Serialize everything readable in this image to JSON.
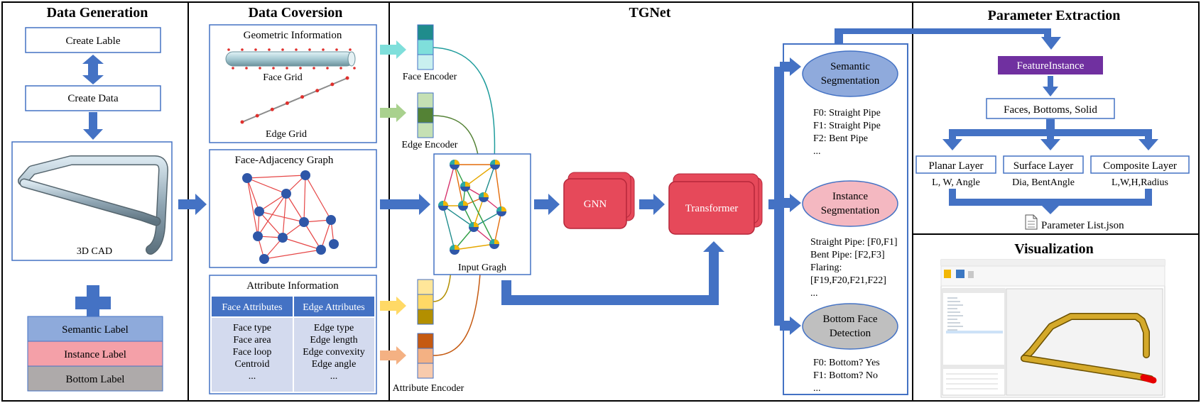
{
  "sections": {
    "data_generation": {
      "title": "Data Generation",
      "create_label": "Create Lable",
      "create_data": "Create Data",
      "cad_caption": "3D CAD",
      "labels": [
        "Semantic Label",
        "Instance Label",
        "Bottom Label"
      ]
    },
    "data_conversion": {
      "title": "Data Coversion",
      "geometric": {
        "title": "Geometric Information",
        "face_grid": "Face Grid",
        "edge_grid": "Edge Grid"
      },
      "fag_title": "Face-Adjacency Graph",
      "attribute": {
        "title": "Attribute Information",
        "face_header": "Face Attributes",
        "edge_header": "Edge Attributes",
        "face_items": [
          "Face type",
          "Face area",
          "Face loop",
          "Centroid",
          "..."
        ],
        "edge_items": [
          "Edge type",
          "Edge length",
          "Edge convexity",
          "Edge angle",
          "..."
        ]
      }
    },
    "tgnet": {
      "title": "TGNet",
      "face_encoder": "Face Encoder",
      "edge_encoder": "Edge Encoder",
      "attribute_encoder": "Attribute Encoder",
      "input_graph": "Input Gragh",
      "gnn": "GNN",
      "transformer": "Transformer",
      "semantic": {
        "title_lines": [
          "Semantic",
          "Segmentation"
        ],
        "lines": [
          "F0: Straight Pipe",
          "F1: Straight Pipe",
          "F2: Bent Pipe",
          "..."
        ]
      },
      "instance": {
        "title_lines": [
          "Instance",
          "Segmentation"
        ],
        "lines": [
          "Straight Pipe: [F0,F1]",
          "Bent Pipe: [F2,F3]",
          "Flaring:",
          "[F19,F20,F21,F22]",
          "..."
        ]
      },
      "bottom": {
        "title_lines": [
          "Bottom Face",
          "Detection"
        ],
        "lines": [
          "F0: Bottom? Yes",
          "F1: Bottom? No",
          "..."
        ]
      }
    },
    "parameter_extraction": {
      "title": "Parameter Extraction",
      "feature_instance": "FeatureInstance",
      "faces": "Faces, Bottoms, Solid",
      "layers": [
        {
          "name": "Planar Layer",
          "params": "L, W, Angle"
        },
        {
          "name": "Surface Layer",
          "params": "Dia, BentAngle"
        },
        {
          "name": "Composite Layer",
          "params": "L,W,H,Radius"
        }
      ],
      "output_file": "Parameter List.json"
    },
    "visualization": {
      "title": "Visualization"
    }
  },
  "colors": {
    "arrow": "#4472c4",
    "semantic_label": "#8eaadb",
    "instance_label": "#f4a0a8",
    "bottom_label": "#aeaaaa",
    "feature_instance": "#7030a0",
    "gnn": "#e6495a",
    "semantic_box": "#8faadc",
    "instance_box": "#f4b8c1",
    "bottom_box": "#bfbfbf",
    "face_attr_bg": "#d3daee",
    "pipe": "#a9b8c2",
    "pipe_vis": "#c9a227"
  }
}
